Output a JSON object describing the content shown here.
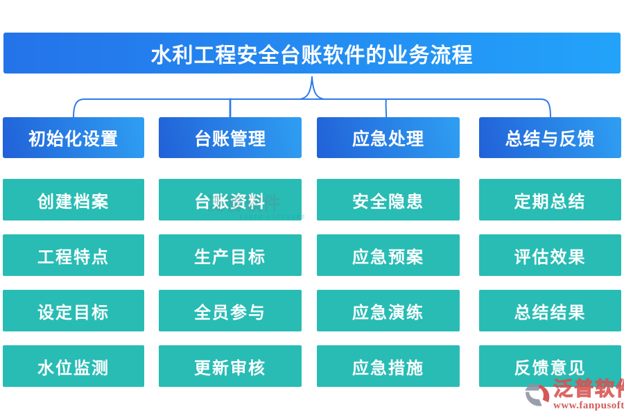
{
  "title": "水利工程安全台账软件的业务流程",
  "columns": [
    {
      "header": "初始化设置",
      "items": [
        "创建档案",
        "工程特点",
        "设定目标",
        "水位监测"
      ]
    },
    {
      "header": "台账管理",
      "items": [
        "台账资料",
        "生产目标",
        "全员参与",
        "更新审核"
      ]
    },
    {
      "header": "应急处理",
      "items": [
        "安全隐患",
        "应急预案",
        "应急演练",
        "应急措施"
      ]
    },
    {
      "header": "总结与反馈",
      "items": [
        "定期总结",
        "评估效果",
        "总结结果",
        "反馈意见"
      ]
    }
  ],
  "watermark_center": {
    "brand": "泛普软件",
    "subtext": "FANPU SOFTWARE"
  },
  "logo": {
    "brand": "泛普软件",
    "url": "www.fanpusoft.com"
  },
  "colors": {
    "banner_gradient_start": "#2473e9",
    "banner_gradient_end": "#23a3fa",
    "header_gradient_start": "#2161d8",
    "header_gradient_end": "#2f9ff2",
    "cell_teal": "#28bcb4",
    "connector_blue": "#2e7ae8",
    "logo_red": "#d85252"
  }
}
